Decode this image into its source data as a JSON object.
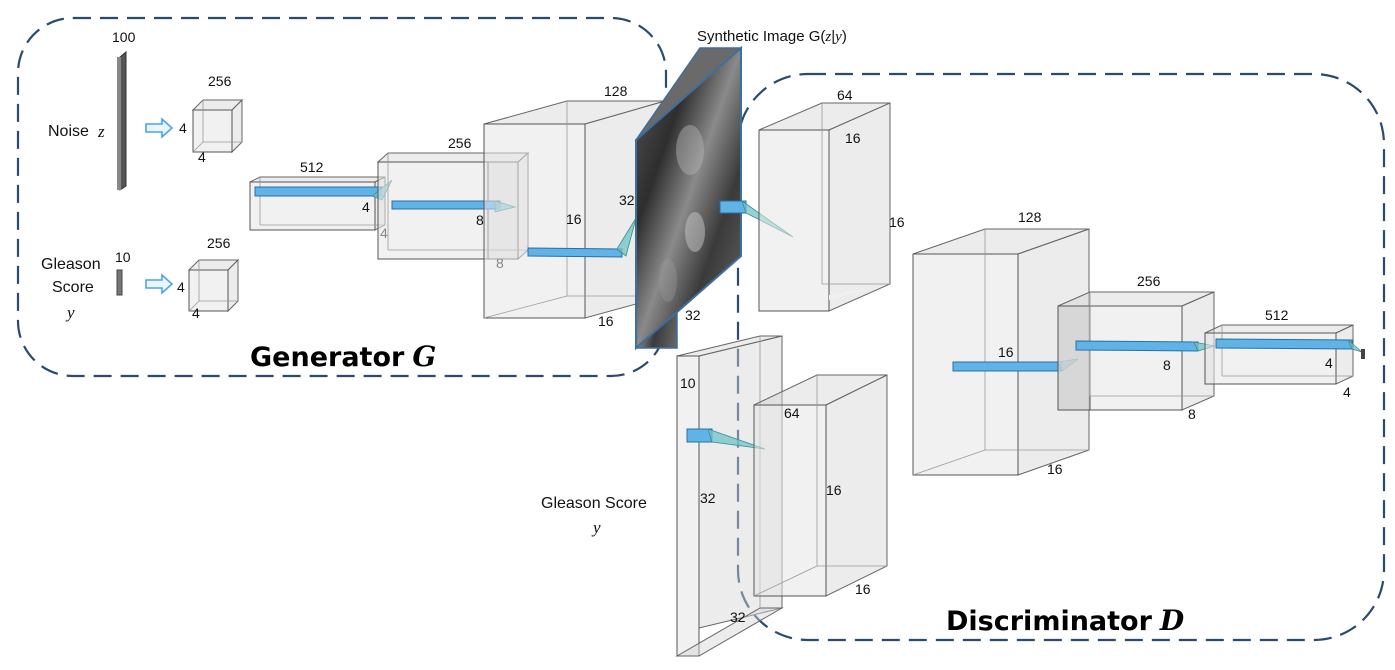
{
  "synthetic_image_title": "Synthetic Image G(",
  "synthetic_image_z": "z",
  "synthetic_image_sep": "|",
  "synthetic_image_y": "y",
  "synthetic_image_close": ")",
  "generator": {
    "title_word": "Generator",
    "title_symbol": "G",
    "noise": {
      "label": "Noise",
      "var": "z",
      "dim": "100"
    },
    "gleason": {
      "line1": "Gleason",
      "line2": "Score",
      "var": "y",
      "dim": "10"
    },
    "noise_block": {
      "top": "256",
      "side": "4",
      "depth": "4"
    },
    "gleason_block": {
      "top": "256",
      "side": "4",
      "depth": "4"
    },
    "block1": {
      "top": "512",
      "a": "4",
      "b": "4"
    },
    "block2": {
      "top": "256",
      "a": "8",
      "b": "8"
    },
    "block3": {
      "top": "128",
      "a": "16",
      "b": "16",
      "c": "32"
    },
    "image": {
      "side": "32"
    }
  },
  "discriminator": {
    "title_word": "Discriminator",
    "title_symbol": "D",
    "gleason": {
      "label": "Gleason Score",
      "var": "y",
      "dim": "10",
      "side": "32",
      "bottom": "32"
    },
    "block_img": {
      "top": "64",
      "a": "16",
      "b": "16"
    },
    "block_lab": {
      "top": "64",
      "a": "16",
      "b": "16"
    },
    "block2": {
      "top": "128",
      "a": "16",
      "b": "16"
    },
    "block3": {
      "top": "256",
      "a": "8",
      "b": "8"
    },
    "block4": {
      "top": "512",
      "a": "4",
      "b": "4"
    }
  },
  "colors": {
    "frame": "#2a4a6e",
    "kernel": "#5fb3e6",
    "projection": "#6fc4c8"
  }
}
